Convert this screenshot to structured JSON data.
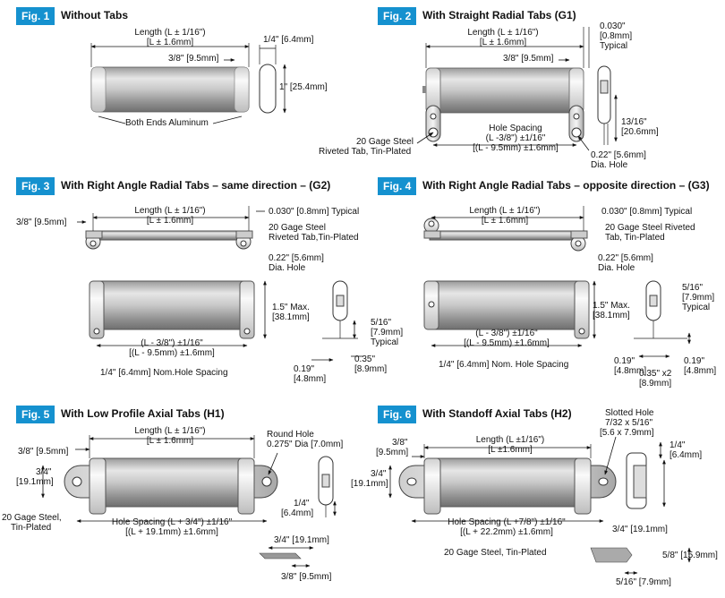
{
  "fig1": {
    "tag": "Fig. 1",
    "title": "Without Tabs",
    "length": "Length (L ± 1/16\")",
    "length_mm": "[L ± 1.6mm]",
    "end": "3/8\" [9.5mm]",
    "thick": "1/4\" [6.4mm]",
    "height": "1\" [25.4mm]",
    "ends": "Both Ends Aluminum"
  },
  "fig2": {
    "tag": "Fig. 2",
    "title": "With Straight Radial Tabs (G1)",
    "length": "Length (L ± 1/16\")",
    "length_mm": "[L ± 1.6mm]",
    "end": "3/8\" [9.5mm]",
    "thk1": "0.030\"",
    "thk2": "[0.8mm]",
    "thk3": "Typical",
    "hole_sp1": "Hole Spacing",
    "hole_sp2": "(L -3/8\") ±1/16\"",
    "hole_sp3": "[(L - 9.5mm) ±1.6mm]",
    "gage1": "20 Gage Steel",
    "gage2": "Riveted Tab, Tin-Plated",
    "tab1": "13/16\"",
    "tab2": "[20.6mm]",
    "hole1": "0.22\" [5.6mm]",
    "hole2": "Dia. Hole"
  },
  "fig3": {
    "tag": "Fig. 3",
    "title": "With Right Angle Radial Tabs – same direction – (G2)",
    "end": "3/8\" [9.5mm]",
    "length": "Length (L ± 1/16\")",
    "length_mm": "[L ± 1.6mm]",
    "thk": "0.030\" [0.8mm] Typical",
    "gage1": "20 Gage Steel",
    "gage2": "Riveted Tab,Tin-Plated",
    "hole1": "0.22\" [5.6mm]",
    "hole2": "Dia. Hole",
    "max1": "1.5\" Max.",
    "max2": "[38.1mm]",
    "sp1": "(L - 3/8\") ±1/16\"",
    "sp2": "[(L - 9.5mm) ±1.6mm]",
    "nom": "1/4\" [6.4mm] Nom.Hole Spacing",
    "a1": "5/16\"",
    "a2": "[7.9mm]",
    "a3": "Typical",
    "b1": "0.35\"",
    "b2": "[8.9mm]",
    "c1": "0.19\"",
    "c2": "[4.8mm]"
  },
  "fig4": {
    "tag": "Fig. 4",
    "title": "With Right Angle Radial Tabs – opposite direction – (G3)",
    "length": "Length (L ± 1/16\")",
    "length_mm": "[L ± 1.6mm]",
    "thk": "0.030\" [0.8mm] Typical",
    "gage1": "20 Gage Steel Riveted",
    "gage2": "Tab, Tin-Plated",
    "hole1": "0.22\" [5.6mm]",
    "hole2": "Dia. Hole",
    "max1": "1.5\" Max.",
    "max2": "[38.1mm]",
    "sp1": "(L - 3/8\") ±1/16\"",
    "sp2": "[(L - 9.5mm) ±1.6mm]",
    "nom": "1/4\" [6.4mm] Nom. Hole Spacing",
    "a1": "5/16\"",
    "a2": "[7.9mm]",
    "a3": "Typical",
    "c1": "0.19\"",
    "c2": "[4.8mm]",
    "b1": "0.35\" x2",
    "b2": "[8.9mm]",
    "d1": "0.19\"",
    "d2": "[4.8mm]"
  },
  "fig5": {
    "tag": "Fig. 5",
    "title": "With Low Profile Axial Tabs (H1)",
    "length": "Length (L ± 1/16\")",
    "length_mm": "[L ± 1.6mm]",
    "end": "3/8\" [9.5mm]",
    "round1": "Round Hole",
    "round2": "0.275\" Dia [7.0mm]",
    "h1": "3/4\"",
    "h2": "[19.1mm]",
    "gage1": "20 Gage Steel,",
    "gage2": "Tin-Plated",
    "sp1": "Hole Spacing (L + 3/4\") ±1/16\"",
    "sp2": "[(L + 19.1mm) ±1.6mm]",
    "q1": "1/4\"",
    "q2": "[6.4mm]",
    "t1": "3/4\" [19.1mm]",
    "t2": "3/8\" [9.5mm]"
  },
  "fig6": {
    "tag": "Fig. 6",
    "title": "With Standoff Axial Tabs (H2)",
    "slot1": "Slotted Hole",
    "slot2": "7/32 x 5/16\"",
    "slot3": "[5.6 x 7.9mm]",
    "end1": "3/8\"",
    "end2": "[9.5mm]",
    "length": "Length (L ±1/16\")",
    "length_mm": "[L ±1.6mm]",
    "h1": "3/4\"",
    "h2": "[19.1mm]",
    "q1": "1/4\"",
    "q2": "[6.4mm]",
    "sp1": "Hole Spacing (L +7/8\") ±1/16\"",
    "sp2": "[(L + 22.2mm) ±1.6mm]",
    "gage": "20 Gage Steel, Tin-Plated",
    "t1": "3/4\" [19.1mm]",
    "t2": "5/8\" [15.9mm]",
    "t3": "5/16\" [7.9mm]"
  }
}
